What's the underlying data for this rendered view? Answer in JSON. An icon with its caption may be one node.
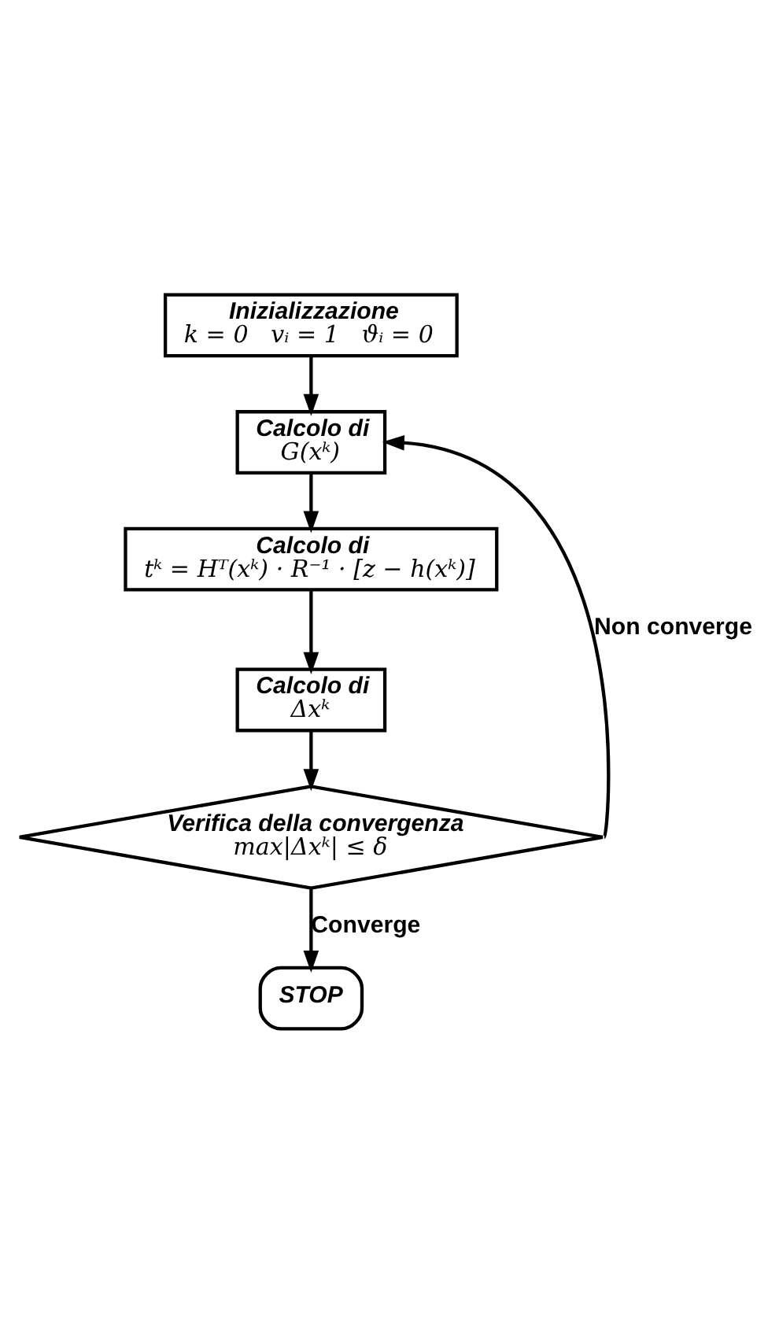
{
  "diagram": {
    "nodes": [
      {
        "text": [
          "Inizializzazione",
          "k = 0   vᵢ = 1   ϑᵢ = 0"
        ]
      },
      {
        "text": [
          "Calcolo di",
          "G(xᵏ)"
        ]
      },
      {
        "text": [
          "Calcolo di",
          "tᵏ = Hᵀ(xᵏ) · R⁻¹ · [z − h(xᵏ)]"
        ]
      },
      {
        "text": [
          "Calcolo di",
          "Δxᵏ"
        ]
      },
      {
        "text": [
          "Verifica della convergenza",
          "max|Δxᵏ| ≤ δ"
        ]
      },
      {
        "text": [
          "STOP"
        ]
      }
    ],
    "edges": [
      {
        "from": 0,
        "to": 1,
        "arrow": "to"
      },
      {
        "from": 1,
        "to": 2,
        "arrow": "to"
      },
      {
        "from": 2,
        "to": 3,
        "arrow": "to"
      },
      {
        "from": 3,
        "to": 4,
        "arrow": "to"
      },
      {
        "from": 4,
        "to": 5,
        "arrow": "to",
        "label": "Converge"
      },
      {
        "from": 4,
        "to": 1,
        "arrow": "to",
        "label": "Non converge"
      }
    ]
  }
}
